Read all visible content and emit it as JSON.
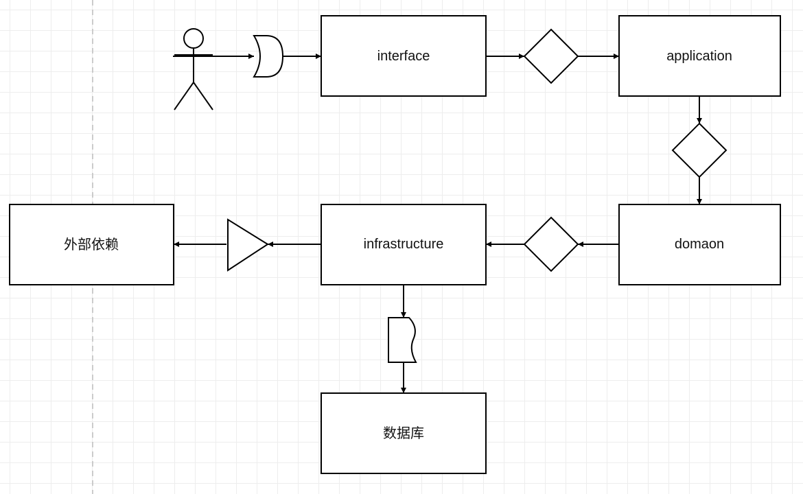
{
  "nodes": {
    "interface": "interface",
    "application": "application",
    "domain": "domaon",
    "infrastructure": "infrastructure",
    "external": "外部依赖",
    "database": "数据库"
  }
}
